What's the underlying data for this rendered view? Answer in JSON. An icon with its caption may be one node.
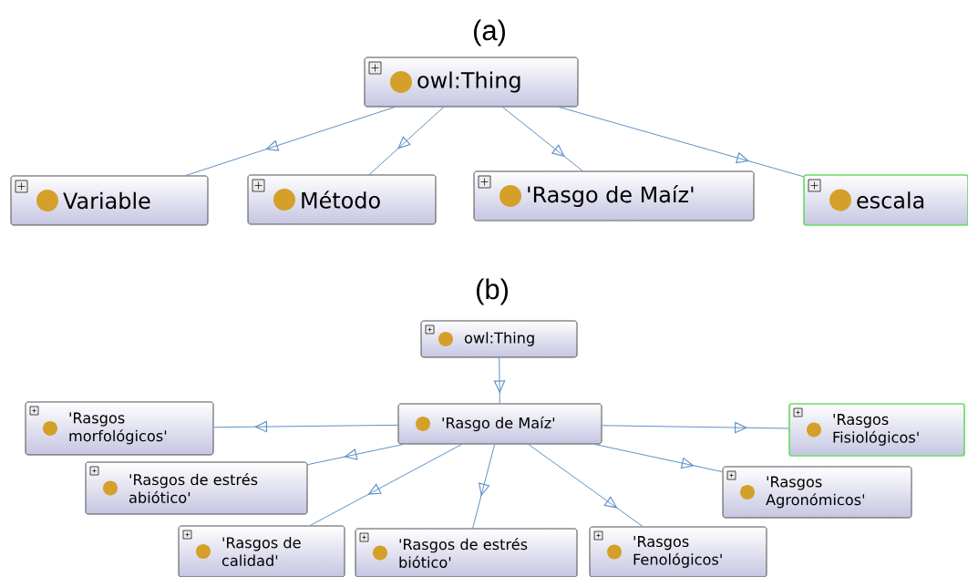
{
  "diagram": {
    "nodes": [
      {
        "text": [
          "owl:Thing"
        ]
      },
      {
        "text": [
          "Variable"
        ]
      },
      {
        "text": [
          "Método"
        ]
      },
      {
        "text": [
          "'Rasgo de Maíz'"
        ]
      },
      {
        "text": [
          "escala"
        ]
      },
      {
        "text": [
          "owl:Thing"
        ]
      },
      {
        "text": [
          "'Rasgo de Maíz'"
        ]
      },
      {
        "text": [
          "'Rasgos morfológicos'"
        ]
      },
      {
        "text": [
          "'Rasgos de estrés abiótico'"
        ]
      },
      {
        "text": [
          "'Rasgos de calidad'"
        ]
      },
      {
        "text": [
          "'Rasgos de estrés biótico'"
        ]
      },
      {
        "text": [
          "'Rasgos Fenológicos'"
        ]
      },
      {
        "text": [
          "'Rasgos Agronómicos'"
        ]
      },
      {
        "text": [
          "'Rasgos Fisiológicos'"
        ]
      }
    ],
    "edges": [
      {
        "from": 0,
        "to": 1,
        "arrow": "to"
      },
      {
        "from": 0,
        "to": 2,
        "arrow": "to"
      },
      {
        "from": 0,
        "to": 3,
        "arrow": "to"
      },
      {
        "from": 0,
        "to": 4,
        "arrow": "to"
      },
      {
        "from": 5,
        "to": 6,
        "arrow": "to"
      },
      {
        "from": 6,
        "to": 7,
        "arrow": "to"
      },
      {
        "from": 6,
        "to": 8,
        "arrow": "to"
      },
      {
        "from": 6,
        "to": 9,
        "arrow": "to"
      },
      {
        "from": 6,
        "to": 10,
        "arrow": "to"
      },
      {
        "from": 6,
        "to": 11,
        "arrow": "to"
      },
      {
        "from": 6,
        "to": 12,
        "arrow": "to"
      },
      {
        "from": 6,
        "to": 13,
        "arrow": "to"
      }
    ],
    "labels": [
      "(a)",
      "(b)"
    ]
  }
}
